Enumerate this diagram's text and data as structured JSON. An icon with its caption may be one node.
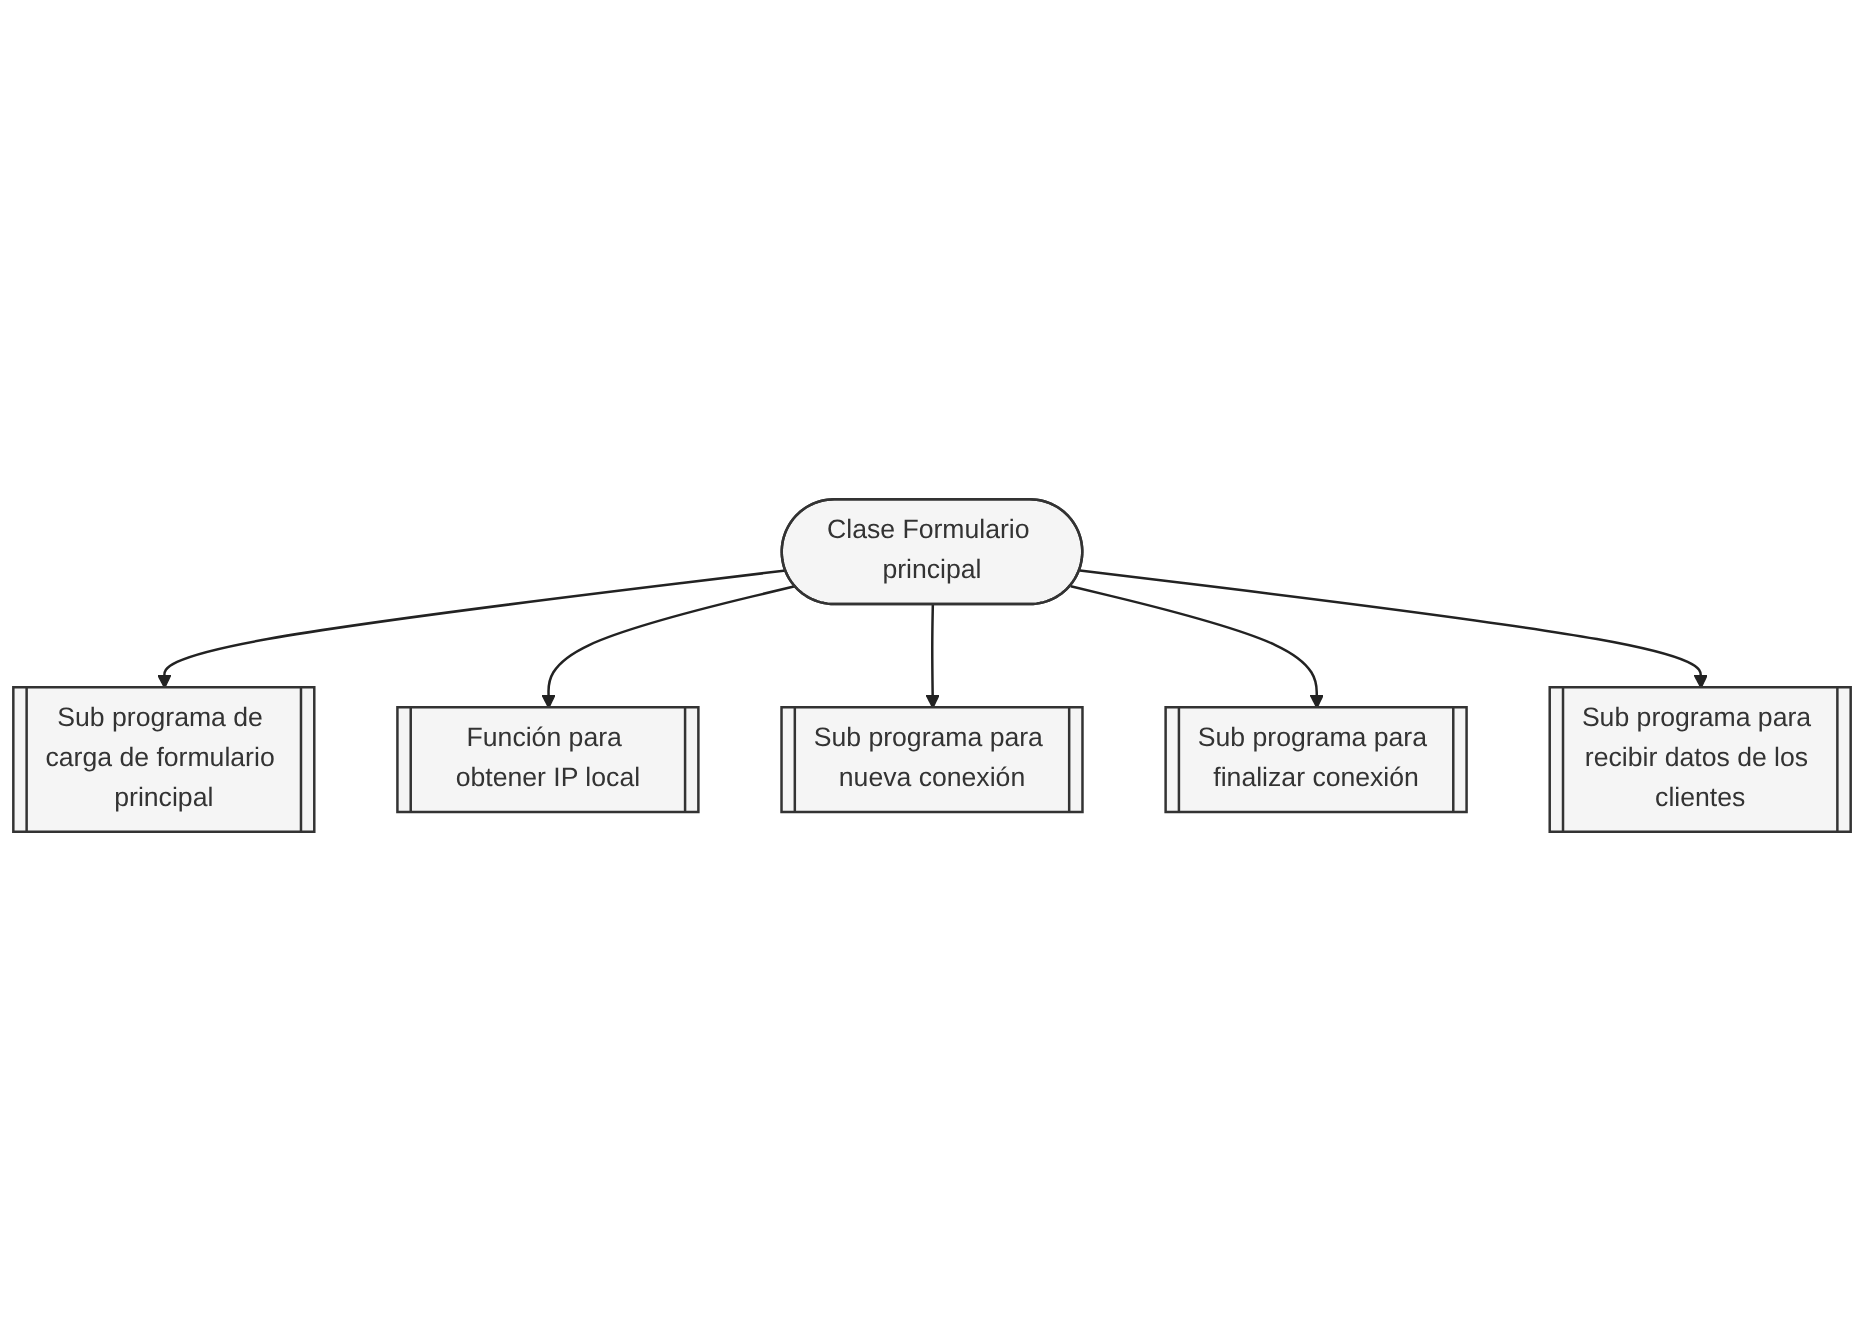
{
  "diagram": {
    "nodes": [
      {
        "text": [
          "Clase Formulario principal"
        ]
      },
      {
        "text": [
          "Función para obtener IP local"
        ]
      },
      {
        "text": [
          "Sub programa para finalizar conexión"
        ]
      },
      {
        "text": [
          "Sub programa para nueva conexión"
        ]
      },
      {
        "text": [
          "Sub programa de carga de formulario principal"
        ]
      },
      {
        "text": [
          "Sub programa para recibir datos de los clientes"
        ]
      }
    ],
    "edges": [
      {
        "from": 0,
        "to": 4,
        "arrow": "to"
      },
      {
        "from": 0,
        "to": 1,
        "arrow": "to"
      },
      {
        "from": 0,
        "to": 3,
        "arrow": "to"
      },
      {
        "from": 0,
        "to": 2,
        "arrow": "to"
      },
      {
        "from": 0,
        "to": 5,
        "arrow": "to"
      }
    ]
  }
}
